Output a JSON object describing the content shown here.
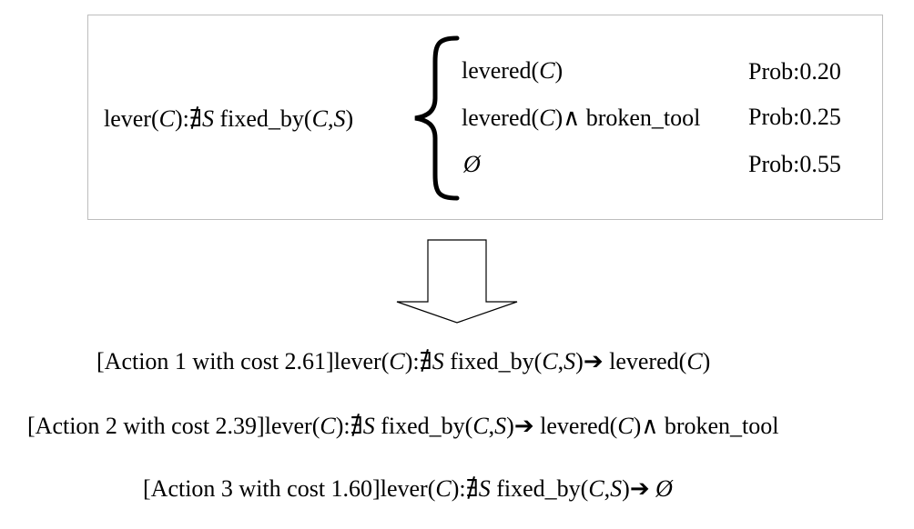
{
  "rule": {
    "head": "lever",
    "var_c": "C",
    "var_s": "S",
    "colon": ":",
    "quantifier": "∄",
    "precondition": "fixed_by",
    "comma": ",",
    "open_paren": "(",
    "close_paren": ")"
  },
  "outcomes": [
    {
      "effect_pred": "levered",
      "effect_extra": "",
      "prob_label": "Prob",
      "prob_value": "0.20"
    },
    {
      "effect_pred": "levered",
      "effect_extra": "∧ broken_tool",
      "prob_label": "Prob",
      "prob_value": "0.25"
    },
    {
      "effect_pred": "",
      "effect_extra": "Ø",
      "prob_label": "Prob",
      "prob_value": "0.55"
    }
  ],
  "actions": [
    {
      "label": "Action 1 with cost 2.61",
      "result": "levered",
      "result_extra": ""
    },
    {
      "label": "Action 2 with cost 2.39",
      "result": "levered",
      "result_extra": "∧ broken_tool"
    },
    {
      "label": "Action 3 with cost 1.60",
      "result": "",
      "result_extra": "Ø"
    }
  ],
  "symbols": {
    "implies": "➔",
    "lbracket": "[",
    "rbracket": "]"
  },
  "colors": {
    "box_border": "#bdbdbd",
    "text": "#000000"
  }
}
